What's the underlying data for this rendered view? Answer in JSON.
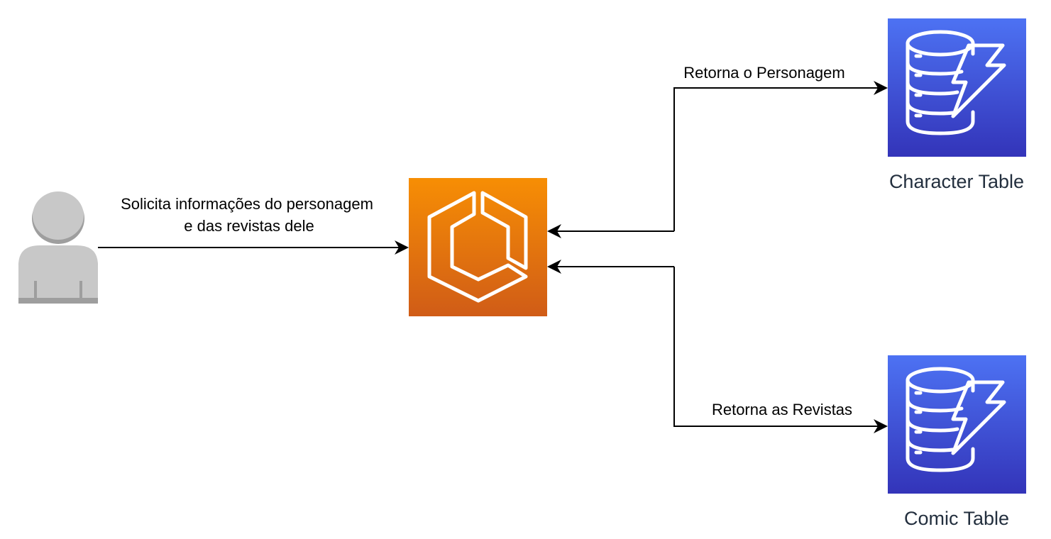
{
  "nodes": {
    "user": {
      "icon": "user-icon"
    },
    "service": {
      "icon": "aws-compute-service-icon",
      "gradient": [
        "#f78e04",
        "#d05c17"
      ]
    },
    "character_table": {
      "label": "Character Table",
      "icon": "dynamodb-icon",
      "gradient": [
        "#4d72f3",
        "#3334b9"
      ]
    },
    "comic_table": {
      "label": "Comic Table",
      "icon": "dynamodb-icon",
      "gradient": [
        "#4d72f3",
        "#3334b9"
      ]
    }
  },
  "edges": {
    "user_to_service": {
      "label_line1": "Solicita informações do personagem",
      "label_line2": "e das revistas dele"
    },
    "character_return": {
      "label": "Retorna o Personagem"
    },
    "comic_return": {
      "label": "Retorna as Revistas"
    }
  },
  "colors": {
    "user_icon": "#c8c8c8",
    "user_icon_shadow": "#9e9e9e",
    "label_text": "#232f3e",
    "line": "#000000"
  }
}
